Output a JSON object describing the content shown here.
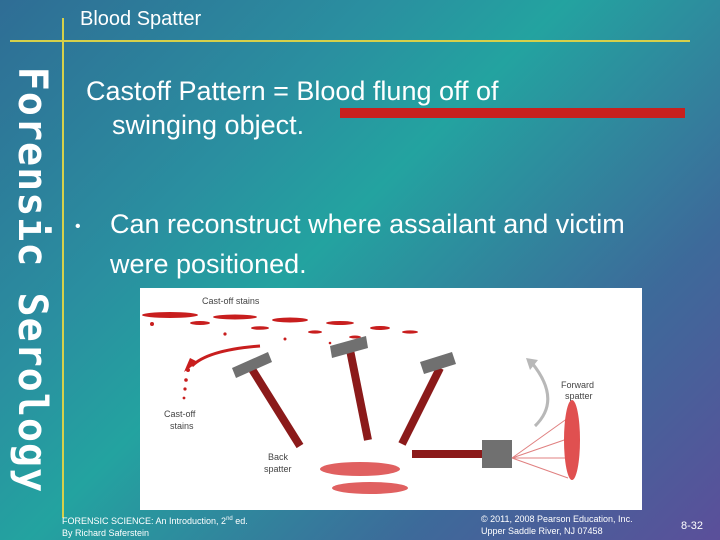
{
  "header": {
    "title": "Blood Spatter"
  },
  "side_title": "Forensic Serology",
  "main": {
    "heading_line1": "Castoff Pattern = Blood flung off of",
    "heading_line2": "swinging object.",
    "bullet_symbol": "•",
    "bullet_text": "Can reconstruct where assailant and victim were positioned."
  },
  "figure_labels": {
    "castoff_top": "Cast-off stains",
    "forward_line1": "Forward",
    "forward_line2": "spatter",
    "castoff_left_line1": "Cast-off",
    "castoff_left_line2": "stains",
    "back_line1": "Back",
    "back_line2": "spatter"
  },
  "footer": {
    "left_line1_prefix": "FORENSIC SCIENCE: An Introduction, 2",
    "left_line1_sup": "nd",
    "left_line1_suffix": " ed.",
    "left_line2": "By Richard Saferstein",
    "right_line1": "© 2011, 2008 Pearson Education, Inc.",
    "right_line2": "Upper Saddle River, NJ 07458",
    "page_number": "8-32"
  },
  "colors": {
    "accent_line": "#d6d04a",
    "red_bar": "#c8201e",
    "blood": "#c81e1e",
    "handle": "#8b1a1a",
    "hammer_head": "#707070"
  }
}
